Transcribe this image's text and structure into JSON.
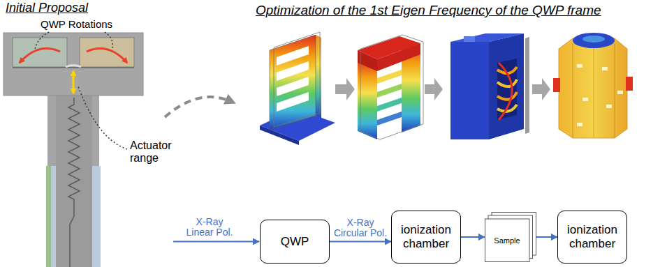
{
  "diagram": {
    "nodes": [
      {
        "text": [
          "QWP"
        ]
      },
      {
        "text": [
          "ionization chamber"
        ]
      },
      {
        "text": [
          "Sample"
        ]
      },
      {
        "text": [
          "ionization chamber"
        ]
      }
    ],
    "edges": [
      {
        "from": 0,
        "to": 1,
        "arrow": "to",
        "label": "X-Ray Circular Pol."
      },
      {
        "from": 1,
        "to": 2,
        "arrow": "to"
      },
      {
        "from": 2,
        "to": 3,
        "arrow": "to"
      }
    ],
    "labels": [
      "Initial Proposal",
      "QWP Rotations",
      "Actuator range",
      "Optimization of the 1st Eigen Frequency of the QWP frame",
      "X-Ray Linear Pol."
    ]
  }
}
